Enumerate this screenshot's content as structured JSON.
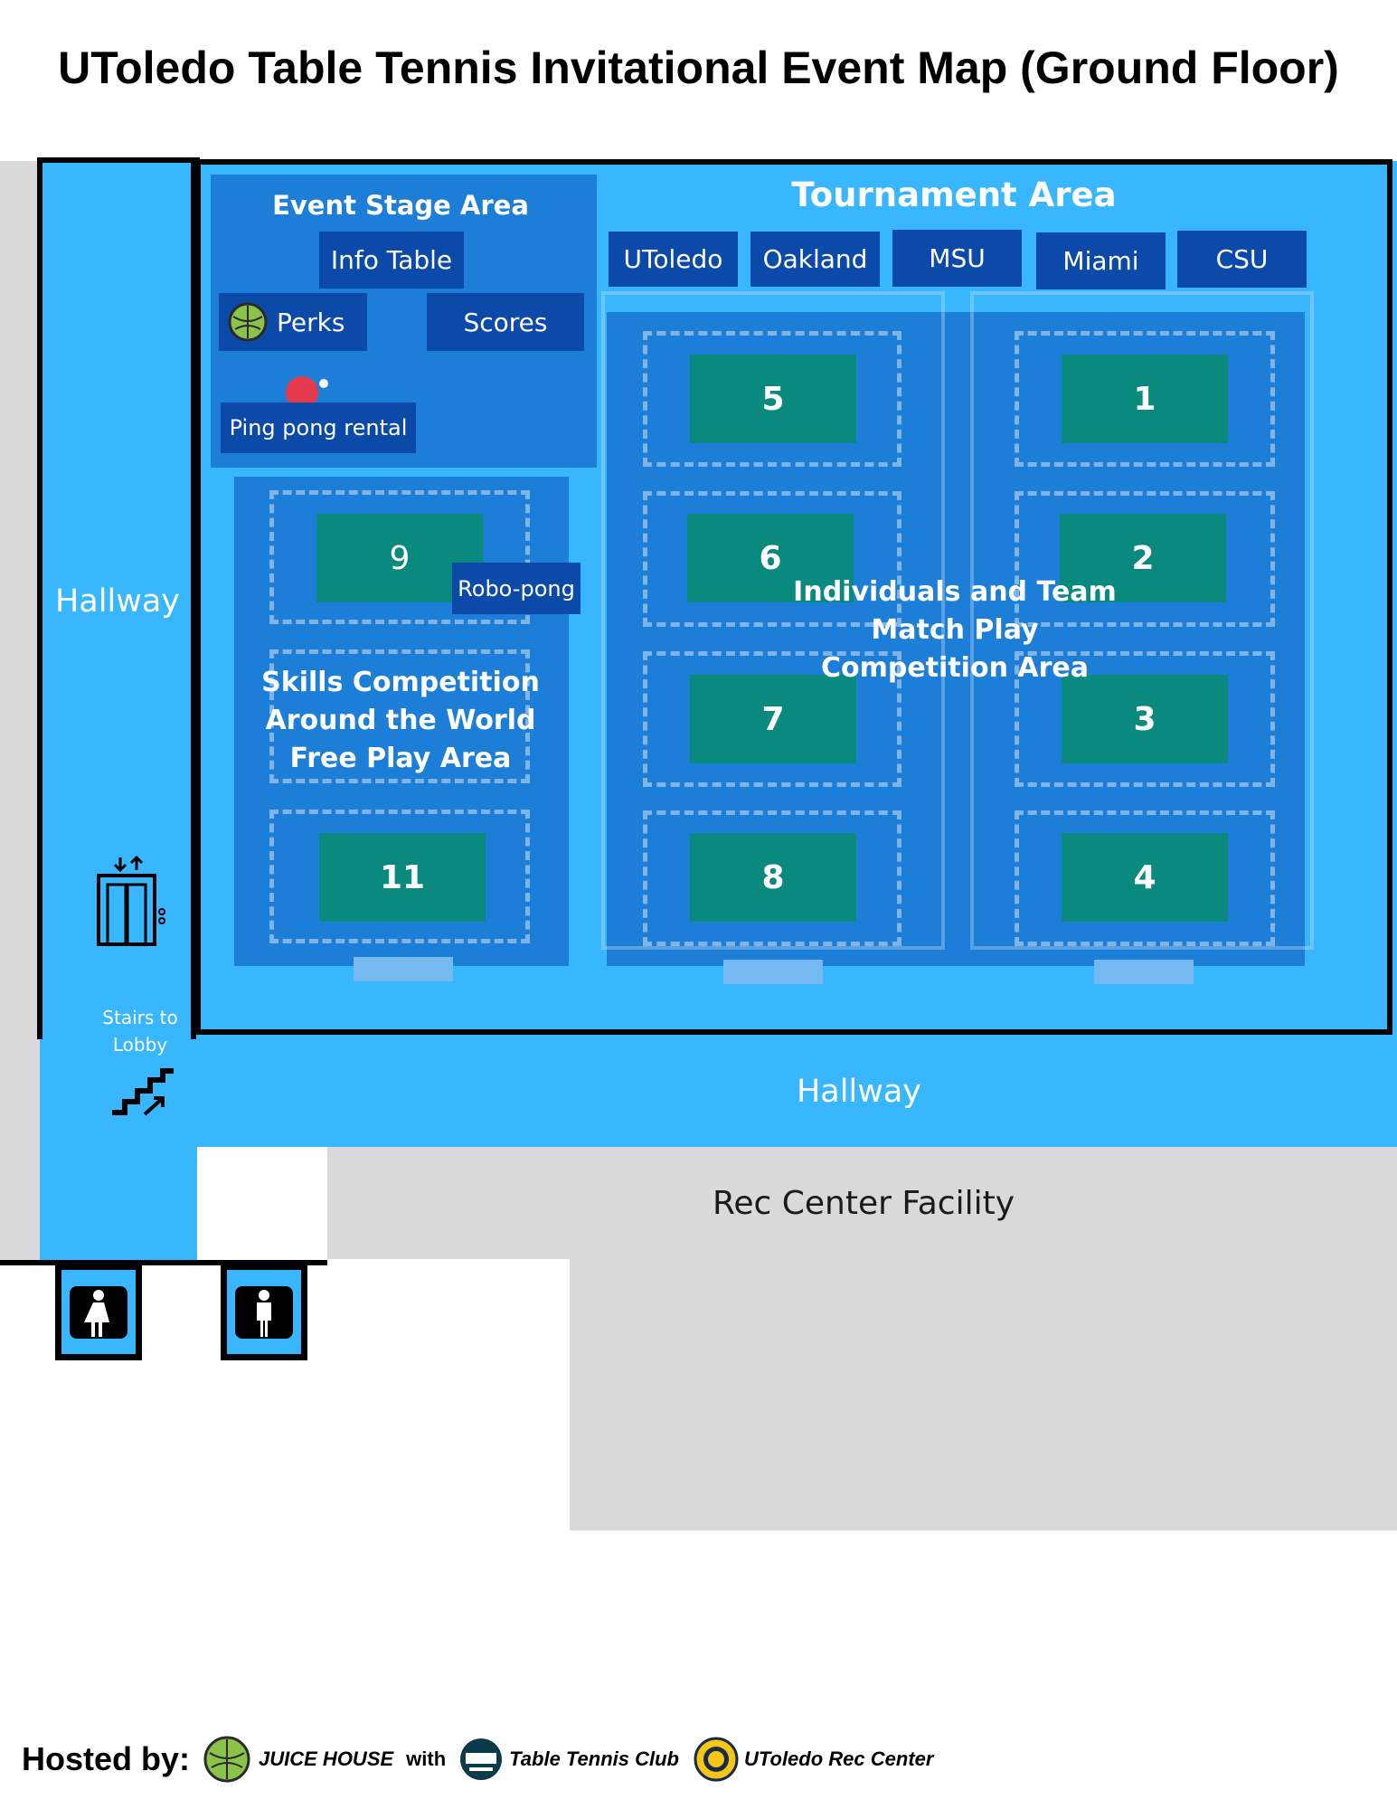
{
  "title": "UToledo Table Tennis Invitational Event Map (Ground Floor)",
  "areas": {
    "hallway_left": "Hallway",
    "hallway_bottom": "Hallway",
    "rec_center": "Rec Center Facility",
    "stairs": "Stairs to Lobby",
    "event_stage": "Event Stage Area",
    "tournament": "Tournament Area",
    "skills_line1": "Skills Competition",
    "skills_line2": "Around the World",
    "skills_line3": "Free Play Area",
    "match_line1": "Individuals and Team",
    "match_line2": "Match Play",
    "match_line3": "Competition Area"
  },
  "stations": {
    "info_table": "Info Table",
    "perks": "Perks",
    "scores": "Scores",
    "ping_pong_rental": "Ping pong rental",
    "robo_pong": "Robo-pong"
  },
  "teams": [
    "UToledo",
    "Oakland",
    "MSU",
    "Miami",
    "CSU"
  ],
  "tables": {
    "t1": "1",
    "t2": "2",
    "t3": "3",
    "t4": "4",
    "t5": "5",
    "t6": "6",
    "t7": "7",
    "t8": "8",
    "t9": "9",
    "t11": "11"
  },
  "footer": {
    "hosted_by": "Hosted by:",
    "sponsor1": "JUICE HOUSE",
    "with": "with",
    "sponsor2": "Table Tennis Club",
    "sponsor3": "UToledo Rec Center"
  },
  "icons": [
    "elevator-icon",
    "stairs-icon",
    "womens-restroom-icon",
    "mens-restroom-icon",
    "juice-house-logo",
    "paddle-icon"
  ],
  "colors": {
    "hallway": "#38b6ff",
    "zone": "#1d7ed8",
    "label_box": "#0b4aa8",
    "table": "#0a8a7f",
    "facility": "#d9d9d9"
  }
}
